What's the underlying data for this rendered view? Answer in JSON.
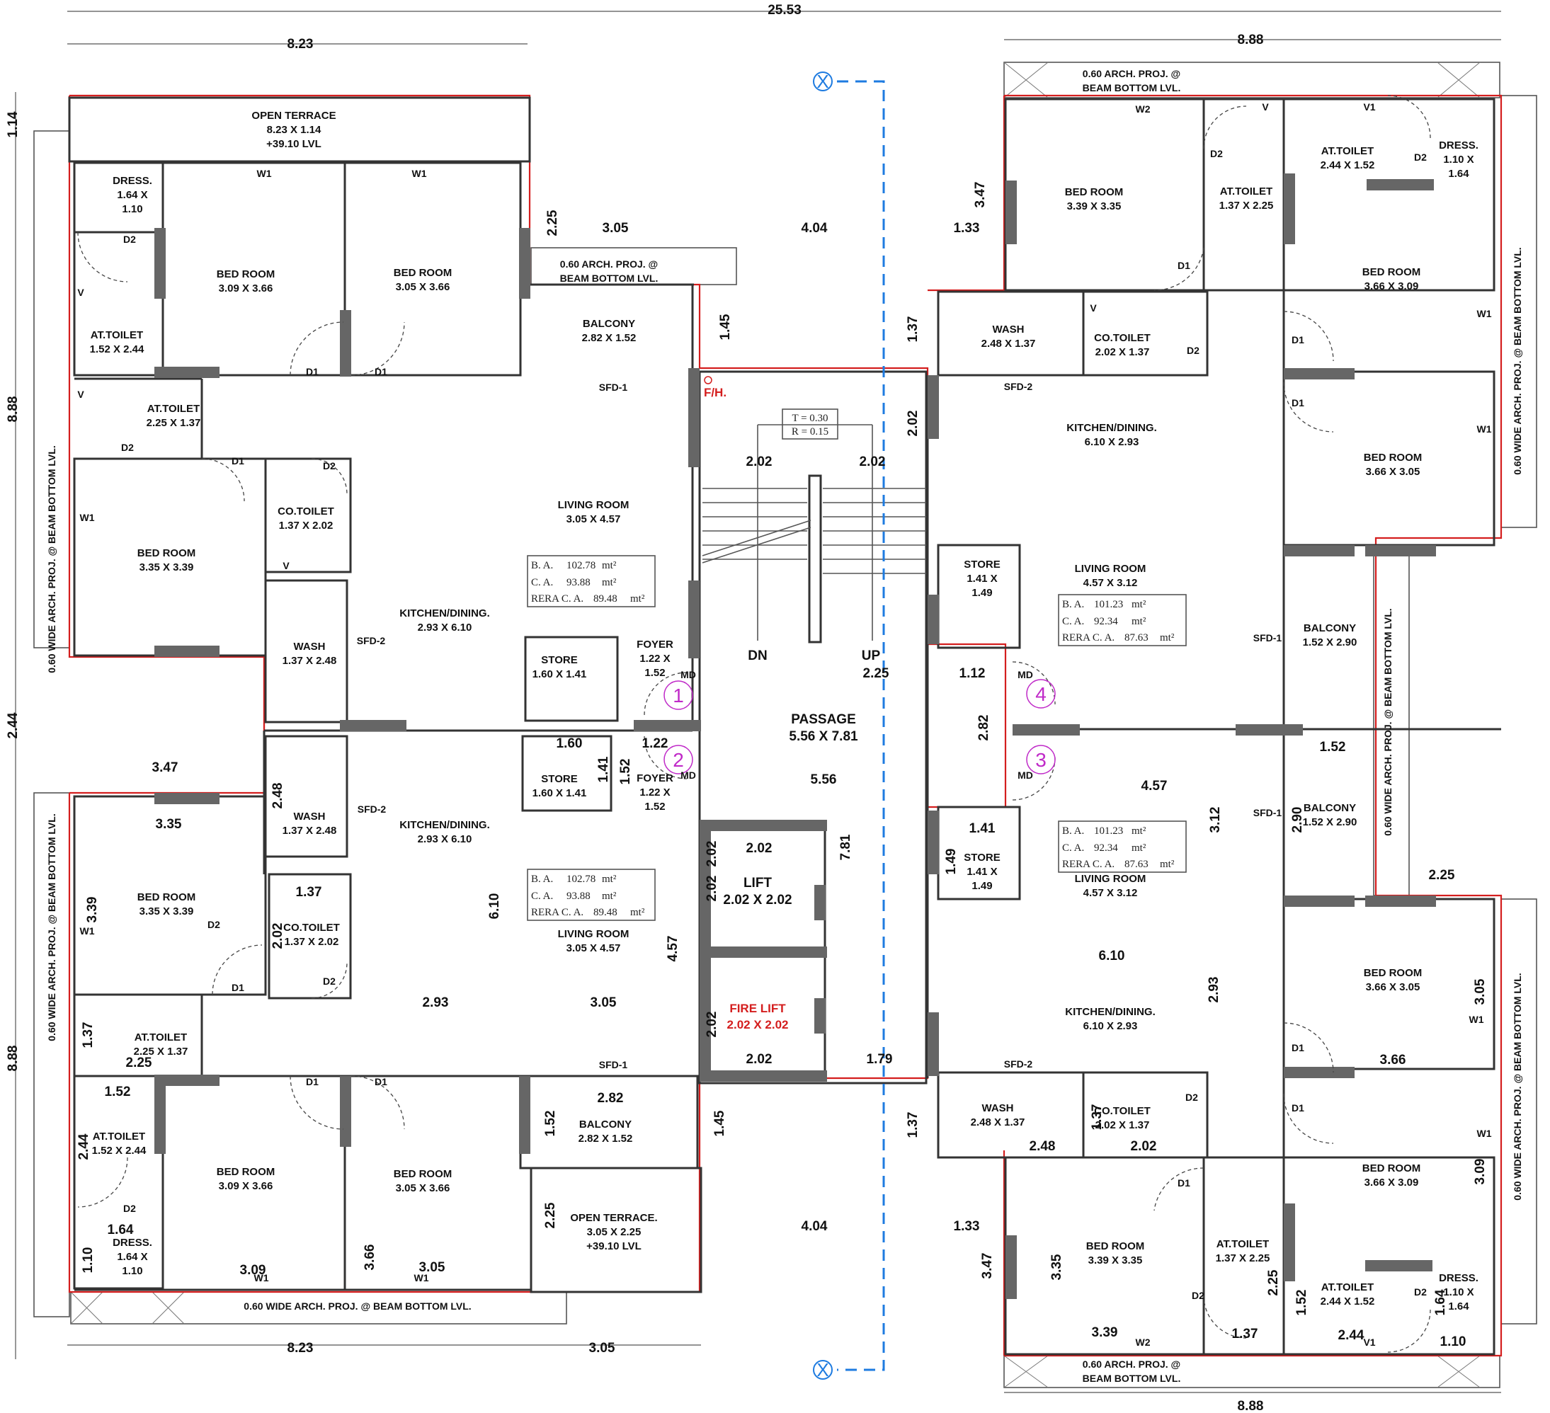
{
  "overall": {
    "width": "25.53",
    "left_wing": "8.23",
    "right_wing": "8.88"
  },
  "apartments": [
    {
      "id": "1",
      "ba": "102.78",
      "ca": "93.88",
      "rera": "89.48"
    },
    {
      "id": "2",
      "ba": "102.78",
      "ca": "93.88",
      "rera": "89.48"
    },
    {
      "id": "3",
      "ba": "101.23",
      "ca": "92.34",
      "rera": "87.63"
    },
    {
      "id": "4",
      "ba": "101.23",
      "ca": "92.34",
      "rera": "87.63"
    }
  ],
  "area_labels": {
    "ba": "B. A.",
    "ca": "C. A.",
    "rera": "RERA C. A.",
    "unit": "mt²"
  },
  "section_mark": "X",
  "core": {
    "passage": "PASSAGE",
    "passage_size": "5.56 X 7.81",
    "lift": "LIFT",
    "lift_size": "2.02 X 2.02",
    "fire_lift": "FIRE LIFT",
    "fire_lift_size": "2.02 X 2.02",
    "fh": "F/H.",
    "tread": "T = 0.30",
    "riser": "R = 0.15",
    "dn": "DN",
    "up": "UP"
  },
  "rooms": [
    {
      "id": "r_terrace_top",
      "name": "OPEN TERRACE",
      "lines": [
        "8.23 X 1.14",
        "+39.10 LVL"
      ]
    },
    {
      "id": "r_dress_tl",
      "name": "DRESS.",
      "lines": [
        "1.64 X",
        "1.10"
      ]
    },
    {
      "id": "r_bed_tl1",
      "name": "BED ROOM",
      "lines": [
        "3.09 X 3.66"
      ]
    },
    {
      "id": "r_bed_tl2",
      "name": "BED ROOM",
      "lines": [
        "3.05 X 3.66"
      ]
    },
    {
      "id": "r_proj_tl",
      "name": "0.60 ARCH. PROJ. @",
      "lines": [
        "BEAM BOTTOM LVL."
      ]
    },
    {
      "id": "r_attoilet_tl",
      "name": "AT.TOILET",
      "lines": [
        "1.52 X 2.44"
      ]
    },
    {
      "id": "r_balcony_tl",
      "name": "BALCONY",
      "lines": [
        "2.82 X 1.52"
      ]
    },
    {
      "id": "r_attoilet_tl2",
      "name": "AT.TOILET",
      "lines": [
        "2.25 X 1.37"
      ]
    },
    {
      "id": "r_bed_tl3",
      "name": "BED ROOM",
      "lines": [
        "3.35 X 3.39"
      ]
    },
    {
      "id": "r_cotoilet_tl",
      "name": "CO.TOILET",
      "lines": [
        "1.37 X 2.02"
      ]
    },
    {
      "id": "r_living_1",
      "name": "LIVING ROOM",
      "lines": [
        "3.05 X 4.57"
      ]
    },
    {
      "id": "r_kitchen_1",
      "name": "KITCHEN/DINING.",
      "lines": [
        "2.93 X 6.10"
      ]
    },
    {
      "id": "r_wash_1",
      "name": "WASH",
      "lines": [
        "1.37 X 2.48"
      ]
    },
    {
      "id": "r_store_1",
      "name": "STORE",
      "lines": [
        "1.60 X 1.41"
      ]
    },
    {
      "id": "r_foyer_1",
      "name": "FOYER",
      "lines": [
        "1.22 X",
        "1.52"
      ]
    },
    {
      "id": "r_wash_2",
      "name": "WASH",
      "lines": [
        "1.37 X 2.48"
      ]
    },
    {
      "id": "r_kitchen_2",
      "name": "KITCHEN/DINING.",
      "lines": [
        "2.93 X 6.10"
      ]
    },
    {
      "id": "r_store_2",
      "name": "STORE",
      "lines": [
        "1.60 X 1.41"
      ]
    },
    {
      "id": "r_foyer_2",
      "name": "FOYER",
      "lines": [
        "1.22 X",
        "1.52"
      ]
    },
    {
      "id": "r_bed_bl1",
      "name": "BED ROOM",
      "lines": [
        "3.35 X 3.39"
      ]
    },
    {
      "id": "r_cotoilet_bl",
      "name": "CO.TOILET",
      "lines": [
        "1.37 X 2.02"
      ]
    },
    {
      "id": "r_living_2",
      "name": "LIVING ROOM",
      "lines": [
        "3.05 X 4.57"
      ]
    },
    {
      "id": "r_attoilet_bl",
      "name": "AT.TOILET",
      "lines": [
        "2.25 X 1.37"
      ]
    },
    {
      "id": "r_attoilet_bl2",
      "name": "AT.TOILET",
      "lines": [
        "1.52 X 2.44"
      ]
    },
    {
      "id": "r_bed_bl2",
      "name": "BED ROOM",
      "lines": [
        "3.09 X 3.66"
      ]
    },
    {
      "id": "r_bed_bl3",
      "name": "BED ROOM",
      "lines": [
        "3.05 X 3.66"
      ]
    },
    {
      "id": "r_balcony_bl",
      "name": "BALCONY",
      "lines": [
        "2.82 X 1.52"
      ]
    },
    {
      "id": "r_dress_bl",
      "name": "DRESS.",
      "lines": [
        "1.64 X",
        "1.10"
      ]
    },
    {
      "id": "r_terrace_bl",
      "name": "OPEN TERRACE.",
      "lines": [
        "3.05 X 2.25",
        "+39.10 LVL"
      ]
    },
    {
      "id": "r_proj_tr",
      "name": "0.60 ARCH. PROJ. @",
      "lines": [
        "BEAM BOTTOM LVL."
      ]
    },
    {
      "id": "r_bed_tr1",
      "name": "BED ROOM",
      "lines": [
        "3.39 X 3.35"
      ]
    },
    {
      "id": "r_attoilet_tr",
      "name": "AT.TOILET",
      "lines": [
        "1.37 X 2.25"
      ]
    },
    {
      "id": "r_attoilet_tr2",
      "name": "AT.TOILET",
      "lines": [
        "2.44 X 1.52"
      ]
    },
    {
      "id": "r_dress_tr",
      "name": "DRESS.",
      "lines": [
        "1.10 X",
        "1.64"
      ]
    },
    {
      "id": "r_bed_tr2",
      "name": "BED ROOM",
      "lines": [
        "3.66 X 3.09"
      ]
    },
    {
      "id": "r_wash_tr",
      "name": "WASH",
      "lines": [
        "2.48 X 1.37"
      ]
    },
    {
      "id": "r_cotoilet_tr",
      "name": "CO.TOILET",
      "lines": [
        "2.02 X 1.37"
      ]
    },
    {
      "id": "r_kitchen_4",
      "name": "KITCHEN/DINING.",
      "lines": [
        "6.10 X 2.93"
      ]
    },
    {
      "id": "r_bed_tr3",
      "name": "BED ROOM",
      "lines": [
        "3.66 X 3.05"
      ]
    },
    {
      "id": "r_store_4",
      "name": "STORE",
      "lines": [
        "1.41 X",
        "1.49"
      ]
    },
    {
      "id": "r_living_4",
      "name": "LIVING ROOM",
      "lines": [
        "4.57 X 3.12"
      ]
    },
    {
      "id": "r_balcony_4",
      "name": "BALCONY",
      "lines": [
        "1.52 X 2.90"
      ]
    },
    {
      "id": "r_store_3",
      "name": "STORE",
      "lines": [
        "1.41 X",
        "1.49"
      ]
    },
    {
      "id": "r_living_3",
      "name": "LIVING ROOM",
      "lines": [
        "4.57 X 3.12"
      ]
    },
    {
      "id": "r_balcony_3",
      "name": "BALCONY",
      "lines": [
        "1.52 X 2.90"
      ]
    },
    {
      "id": "r_bed_br1",
      "name": "BED ROOM",
      "lines": [
        "3.66 X 3.05"
      ]
    },
    {
      "id": "r_kitchen_3",
      "name": "KITCHEN/DINING.",
      "lines": [
        "6.10 X 2.93"
      ]
    },
    {
      "id": "r_wash_br",
      "name": "WASH",
      "lines": [
        "2.48 X 1.37"
      ]
    },
    {
      "id": "r_cotoilet_br",
      "name": "CO.TOILET",
      "lines": [
        "2.02 X 1.37"
      ]
    },
    {
      "id": "r_bed_br2",
      "name": "BED ROOM",
      "lines": [
        "3.66 X 3.09"
      ]
    },
    {
      "id": "r_bed_br3",
      "name": "BED ROOM",
      "lines": [
        "3.39 X 3.35"
      ]
    },
    {
      "id": "r_attoilet_br",
      "name": "AT.TOILET",
      "lines": [
        "1.37 X 2.25"
      ]
    },
    {
      "id": "r_attoilet_br2",
      "name": "AT.TOILET",
      "lines": [
        "2.44 X 1.52"
      ]
    },
    {
      "id": "r_dress_br",
      "name": "DRESS.",
      "lines": [
        "1.10 X",
        "1.64"
      ]
    },
    {
      "id": "r_proj_br",
      "name": "0.60 ARCH. PROJ. @",
      "lines": [
        "BEAM BOTTOM LVL."
      ]
    },
    {
      "id": "r_proj_bottom",
      "name": "0.60 WIDE ARCH. PROJ. @ BEAM BOTTOM LVL.",
      "lines": []
    }
  ],
  "tags": [
    {
      "t": "W1",
      "v": "w1-tag"
    },
    {
      "t": "W1",
      "v": "w1-tag"
    },
    {
      "t": "D2",
      "v": "d2-tag"
    },
    {
      "t": "V",
      "v": "v-tag"
    },
    {
      "t": "D1",
      "v": "d1-tag"
    },
    {
      "t": "D1",
      "v": "d1-tag"
    },
    {
      "t": "V",
      "v": "v-tag"
    },
    {
      "t": "D2",
      "v": "d2-tag"
    },
    {
      "t": "D1",
      "v": "d1-tag"
    },
    {
      "t": "D2",
      "v": "d2-tag"
    },
    {
      "t": "W1",
      "v": "w1-tag"
    },
    {
      "t": "V",
      "v": "v-tag"
    },
    {
      "t": "SFD-1",
      "v": "sfd-tag"
    },
    {
      "t": "SFD-2",
      "v": "sfd-tag"
    },
    {
      "t": "MD",
      "v": "md-tag"
    },
    {
      "t": "MD",
      "v": "md-tag"
    },
    {
      "t": "SFD-2",
      "v": "sfd-tag"
    },
    {
      "t": "W1",
      "v": "w1-tag"
    },
    {
      "t": "D2",
      "v": "d2-tag"
    },
    {
      "t": "D1",
      "v": "d1-tag"
    },
    {
      "t": "D2",
      "v": "d2-tag"
    },
    {
      "t": "D1",
      "v": "d1-tag"
    },
    {
      "t": "D1",
      "v": "d1-tag"
    },
    {
      "t": "D2",
      "v": "d2-tag"
    },
    {
      "t": "W1",
      "v": "w1-tag"
    },
    {
      "t": "W1",
      "v": "w1-tag"
    },
    {
      "t": "SFD-1",
      "v": "sfd-tag"
    },
    {
      "t": "W2",
      "v": "w2-tag"
    },
    {
      "t": "V",
      "v": "v-tag"
    },
    {
      "t": "V1",
      "v": "v1-tag"
    },
    {
      "t": "D2",
      "v": "d2-tag"
    },
    {
      "t": "D2",
      "v": "d2-tag"
    },
    {
      "t": "D1",
      "v": "d1-tag"
    },
    {
      "t": "V",
      "v": "v-tag"
    },
    {
      "t": "D2",
      "v": "d2-tag"
    },
    {
      "t": "D1",
      "v": "d1-tag"
    },
    {
      "t": "W1",
      "v": "w1-tag"
    },
    {
      "t": "D1",
      "v": "d1-tag"
    },
    {
      "t": "W1",
      "v": "w1-tag"
    },
    {
      "t": "SFD-2",
      "v": "sfd-tag"
    },
    {
      "t": "SFD-1",
      "v": "sfd-tag"
    },
    {
      "t": "MD",
      "v": "md-tag"
    },
    {
      "t": "MD",
      "v": "md-tag"
    },
    {
      "t": "SFD-1",
      "v": "sfd-tag"
    },
    {
      "t": "W1",
      "v": "w1-tag"
    },
    {
      "t": "D1",
      "v": "d1-tag"
    },
    {
      "t": "SFD-2",
      "v": "sfd-tag"
    },
    {
      "t": "D2",
      "v": "d2-tag"
    },
    {
      "t": "D1",
      "v": "d1-tag"
    },
    {
      "t": "D1",
      "v": "d1-tag"
    },
    {
      "t": "W1",
      "v": "w1-tag"
    },
    {
      "t": "D2",
      "v": "d2-tag"
    },
    {
      "t": "D2",
      "v": "d2-tag"
    },
    {
      "t": "W2",
      "v": "w2-tag"
    },
    {
      "t": "V1",
      "v": "v1-tag"
    }
  ],
  "dims": [
    "25.53",
    "8.23",
    "8.88",
    "1.14",
    "8.88",
    "2.44",
    "8.88",
    "2.25",
    "3.05",
    "4.04",
    "1.33",
    "3.47",
    "1.45",
    "1.37",
    "2.02",
    "2.02",
    "2.02",
    "2.25",
    "1.12",
    "2.82",
    "1.60",
    "1.22",
    "1.41",
    "1.52",
    "3.47",
    "3.35",
    "2.48",
    "1.37",
    "3.39",
    "2.02",
    "6.10",
    "4.57",
    "2.93",
    "3.05",
    "1.37",
    "2.25",
    "1.52",
    "2.82",
    "1.52",
    "2.44",
    "1.64",
    "1.10",
    "3.66",
    "3.09",
    "3.05",
    "8.23",
    "3.05",
    "2.25",
    "1.45",
    "4.04",
    "1.33",
    "2.02",
    "7.81",
    "5.56",
    "2.02",
    "2.02",
    "2.02",
    "2.02",
    "1.79",
    "1.37",
    "1.41",
    "1.49",
    "4.57",
    "3.12",
    "2.90",
    "1.52",
    "2.25",
    "6.10",
    "2.93",
    "3.05",
    "3.66",
    "3.09",
    "2.48",
    "2.02",
    "1.37",
    "3.47",
    "3.35",
    "3.39",
    "1.37",
    "2.25",
    "1.52",
    "2.44",
    "1.64",
    "1.10",
    "8.88"
  ],
  "side_notes": [
    "0.60 WIDE ARCH. PROJ. @ BEAM BOTTOM LVL.",
    "0.60 WIDE ARCH. PROJ. @ BEAM BOTTOM LVL.",
    "0.60 WIDE ARCH. PROJ. @ BEAM BOTTOM LVL.",
    "0.60 WIDE ARCH. PROJ. @ BEAM BOTTOM LVL.",
    "0.60 WIDE ARCH. PROJ. @ BEAM BOTTOM LVL.",
    "0.60 WIDE ARCH. PROJ. @ BEAM BOTTOM LVL."
  ]
}
